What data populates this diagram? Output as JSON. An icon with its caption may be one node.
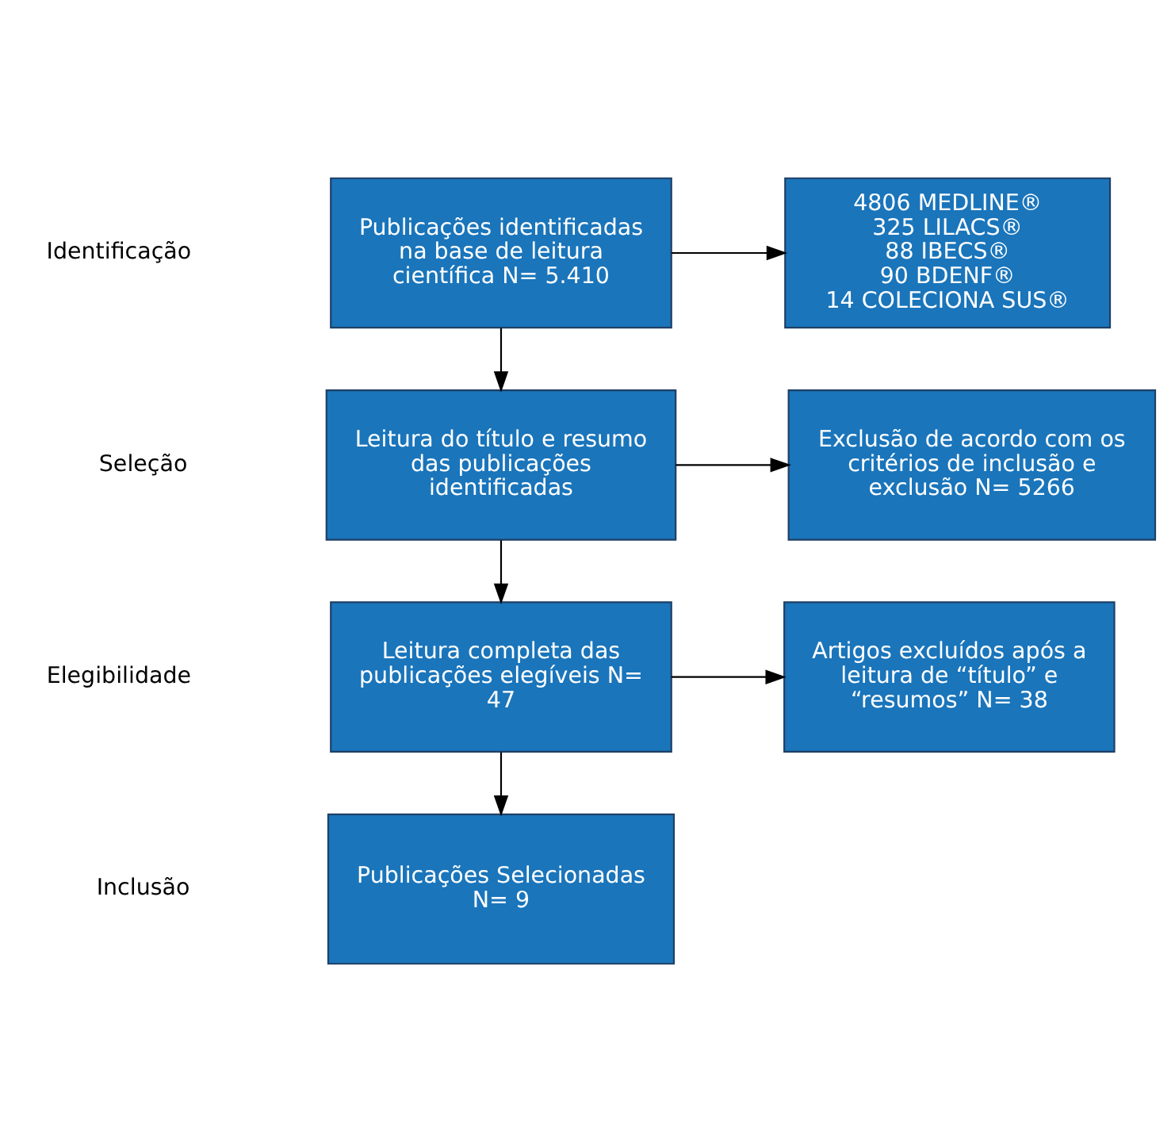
{
  "diagram": {
    "nodes": [
      {
        "text": [
          "Publicações identificadas na base de leitura científica N= 5.410"
        ]
      },
      {
        "text": [
          "4806 MEDLINE®",
          "325 LILACS®",
          "88 IBECS®",
          "90 BDENF®",
          "14 COLECIONA SUS®"
        ]
      },
      {
        "text": [
          "Leitura do título e resumo das publicações identificadas"
        ]
      },
      {
        "text": [
          "Exclusão de acordo com os critérios de inclusão e exclusão N= 5266"
        ]
      },
      {
        "text": [
          "Leitura completa das publicações elegíveis N= 47"
        ]
      },
      {
        "text": [
          "Artigos excluídos após a leitura de “título” e “resumos” N= 38"
        ]
      },
      {
        "text": [
          "Publicações Selecionadas N= 9"
        ]
      }
    ],
    "edges": [
      {
        "from": 0,
        "to": 1,
        "arrow": "to"
      },
      {
        "from": 0,
        "to": 2,
        "arrow": "to"
      },
      {
        "from": 2,
        "to": 3,
        "arrow": "to"
      },
      {
        "from": 2,
        "to": 4,
        "arrow": "to"
      },
      {
        "from": 4,
        "to": 5,
        "arrow": "to"
      },
      {
        "from": 4,
        "to": 6,
        "arrow": "to"
      }
    ],
    "labels": [
      "Identificação",
      "Seleção",
      "Elegibilidade",
      "Inclusão"
    ]
  }
}
